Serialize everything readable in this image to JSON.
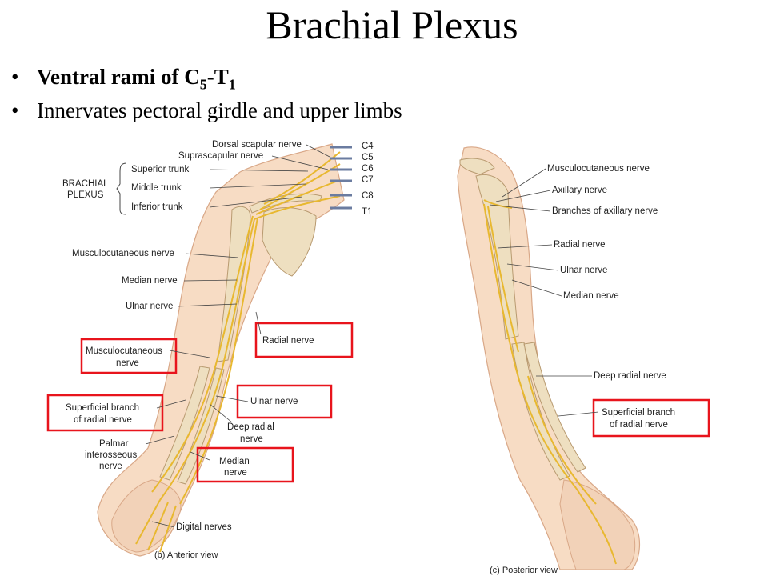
{
  "slide": {
    "title": "Brachial Plexus",
    "bullets": [
      {
        "text": "Ventral rami of C",
        "sub1": "5",
        "mid": "-T",
        "sub2": "1"
      },
      {
        "text": "Innervates pectoral girdle and upper limbs"
      }
    ]
  },
  "anterior": {
    "caption": "(b) Anterior view",
    "plexus_label": [
      "BRACHIAL",
      "PLEXUS"
    ],
    "roots": [
      "C4",
      "C5",
      "C6",
      "C7",
      "C8",
      "T1"
    ],
    "labels": {
      "dorsal_scapular": "Dorsal scapular nerve",
      "suprascapular": "Suprascapular nerve",
      "superior_trunk": "Superior trunk",
      "middle_trunk": "Middle trunk",
      "inferior_trunk": "Inferior trunk",
      "musculocutaneous": "Musculocutaneous nerve",
      "median": "Median nerve",
      "ulnar": "Ulnar nerve",
      "deep_radial": [
        "Deep radial",
        "nerve"
      ],
      "palmar": [
        "Palmar",
        "interosseous",
        "nerve"
      ],
      "digital": "Digital nerves"
    },
    "boxed": {
      "radial": "Radial nerve",
      "musculocutaneous": [
        "Musculocutaneous",
        "nerve"
      ],
      "superficial": [
        "Superficial branch",
        "of radial nerve"
      ],
      "ulnar": "Ulnar nerve",
      "median": [
        "Median",
        "nerve"
      ]
    }
  },
  "posterior": {
    "caption": "(c) Posterior view",
    "labels": {
      "musculocutaneous": "Musculocutaneous nerve",
      "axillary": "Axillary nerve",
      "branches_axillary": "Branches of axillary nerve",
      "radial": "Radial nerve",
      "ulnar": "Ulnar nerve",
      "median": "Median nerve",
      "deep_radial": "Deep radial nerve"
    },
    "boxed": {
      "superficial": [
        "Superficial branch",
        "of radial nerve"
      ]
    }
  },
  "colors": {
    "box": "#e8141c",
    "skin": "#f7dcc4",
    "nerve": "#e8b830",
    "bone": "#eedfc0"
  }
}
